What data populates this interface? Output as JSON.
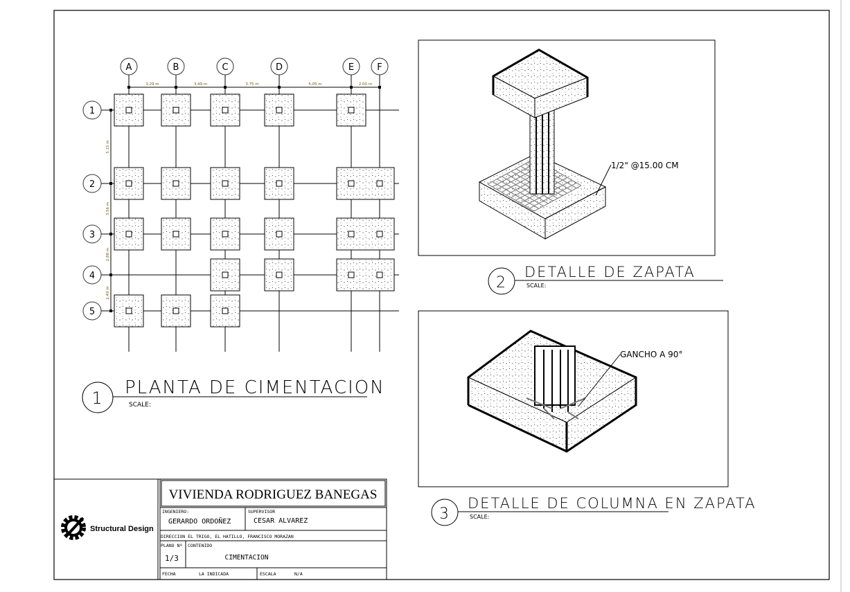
{
  "plan": {
    "columns": [
      "A",
      "B",
      "C",
      "D",
      "E",
      "F"
    ],
    "rows": [
      "1",
      "2",
      "3",
      "4",
      "5"
    ],
    "x_dimensions": [
      "3.29 m",
      "3.49 m",
      "3.75 m",
      "5.05 m",
      "2.00 m"
    ],
    "y_dimensions": [
      "5.15 m",
      "3.56 m",
      "2.88 m",
      "2.49 m"
    ],
    "view_number": "1",
    "title": "PLANTA DE CIMENTACION",
    "scale_label": "SCALE:"
  },
  "detail_zapata": {
    "view_number": "2",
    "title": "DETALLE DE ZAPATA",
    "scale_label": "SCALE:",
    "annotation": "1/2\"  @15.00 CM"
  },
  "detail_columna": {
    "view_number": "3",
    "title": "DETALLE DE COLUMNA EN ZAPATA",
    "scale_label": "SCALE:",
    "annotation": "GANCHO A 90°"
  },
  "title_block": {
    "logo_text": "Structural Design",
    "project": "VIVIENDA RODRIGUEZ BANEGAS",
    "engineer_label": "INGENIERO:",
    "engineer": "GERARDO ORDOÑEZ",
    "supervisor_label": "SUPERVISOR",
    "supervisor": "CESAR ALVAREZ",
    "address": "DIRECCION EL TRIGO, EL HATILLO, FRANCISCO MORAZAN",
    "sheet_label": "PLANO Nº",
    "sheet": "1/3",
    "content_label": "CONTENIDO",
    "content": "CIMENTACION",
    "date_label": "FECHA",
    "date": "LA INDICADA",
    "scale_label": "ESCALA",
    "scale": "N/A"
  }
}
